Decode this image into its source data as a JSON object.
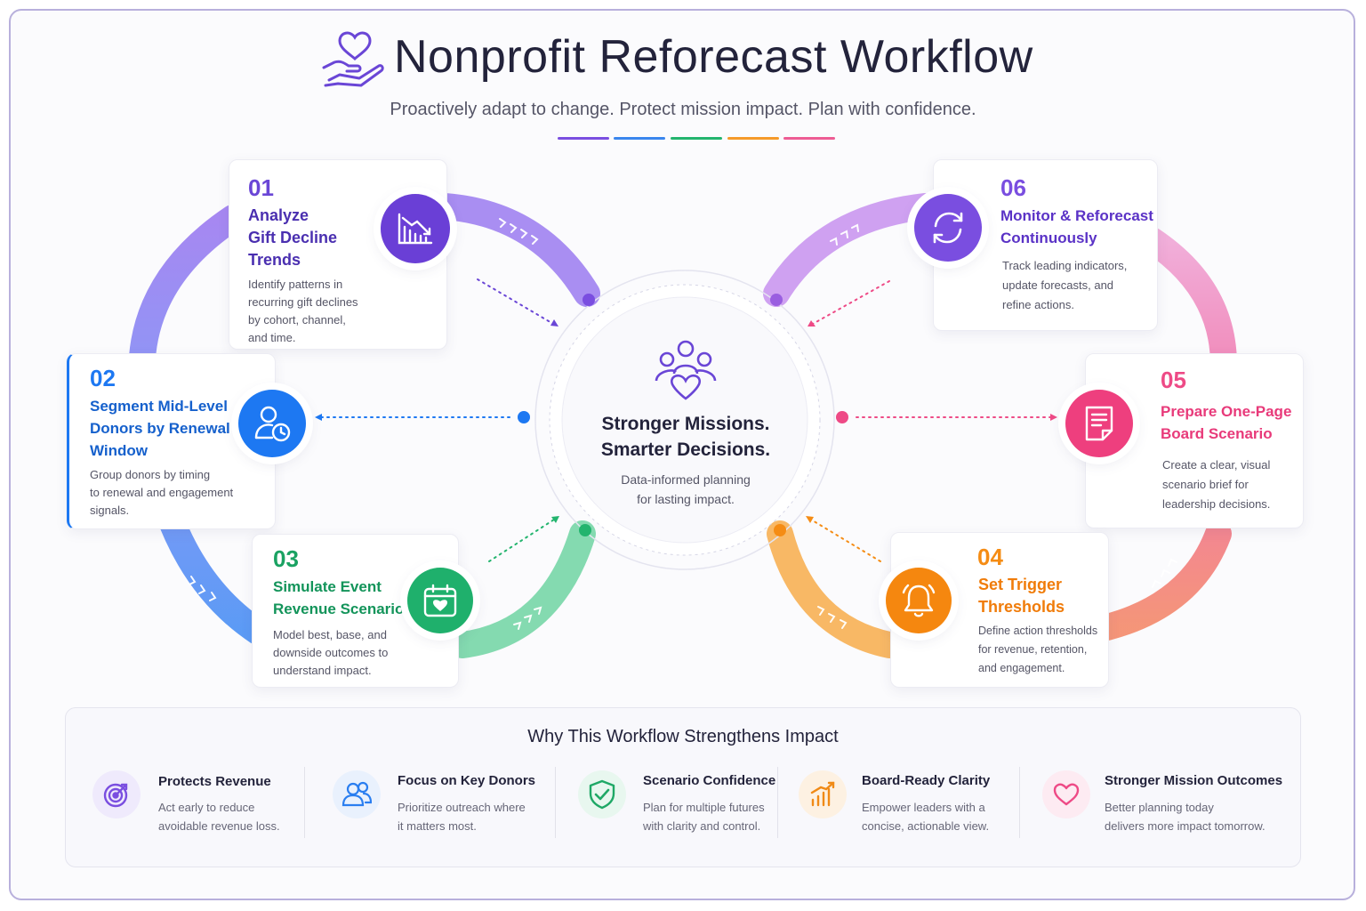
{
  "header": {
    "title": "Nonprofit Reforecast Workflow",
    "subtitle": "Proactively adapt to change. Protect mission impact. Plan with confidence.",
    "title_icon": "heart-hand-icon"
  },
  "accent_colors": {
    "purple": "#7348dc",
    "blue": "#1d78f2",
    "green": "#23b46e",
    "orange": "#f58c14",
    "pink": "#ee4a86",
    "violet": "#7a4ee0"
  },
  "steps": [
    {
      "number": "01",
      "title_lines": [
        "Analyze",
        "Gift Decline",
        "Trends"
      ],
      "description_lines": [
        "Identify patterns in",
        "recurring gift declines",
        "by cohort, channel,",
        "and time."
      ],
      "icon": "chart-decline-icon"
    },
    {
      "number": "02",
      "title_lines": [
        "Segment Mid-Level",
        "Donors by Renewal",
        "Window"
      ],
      "description_lines": [
        "Group donors by timing",
        "to renewal and engagement",
        "signals."
      ],
      "icon": "user-clock-icon"
    },
    {
      "number": "03",
      "title_lines": [
        "Simulate Event",
        "Revenue Scenarios"
      ],
      "description_lines": [
        "Model best, base, and",
        "downside outcomes to",
        "understand impact."
      ],
      "icon": "calendar-heart-icon"
    },
    {
      "number": "04",
      "title_lines": [
        "Set Trigger",
        "Thresholds"
      ],
      "description_lines": [
        "Define action thresholds",
        "for revenue, retention,",
        "and engagement."
      ],
      "icon": "bell-icon"
    },
    {
      "number": "05",
      "title_lines": [
        "Prepare One-Page",
        "Board Scenario"
      ],
      "description_lines": [
        "Create a clear, visual",
        "scenario brief for",
        "leadership decisions."
      ],
      "icon": "document-icon"
    },
    {
      "number": "06",
      "title_lines": [
        "Monitor & Reforecast",
        "Continuously"
      ],
      "description_lines": [
        "Track leading indicators,",
        "update forecasts, and",
        "refine actions."
      ],
      "icon": "refresh-icon"
    }
  ],
  "center": {
    "title_lines": [
      "Stronger Missions.",
      "Smarter Decisions."
    ],
    "subtitle_lines": [
      "Data-informed planning",
      "for lasting impact."
    ],
    "icon": "people-heart-icon"
  },
  "why": {
    "title": "Why This Workflow Strengthens Impact",
    "benefits": [
      {
        "title": "Protects Revenue",
        "description_lines": [
          "Act early to reduce",
          "avoidable revenue loss."
        ],
        "icon": "target-icon"
      },
      {
        "title": "Focus on Key Donors",
        "description_lines": [
          "Prioritize outreach where",
          "it matters most."
        ],
        "icon": "users-icon"
      },
      {
        "title": "Scenario Confidence",
        "description_lines": [
          "Plan for multiple futures",
          "with clarity and control."
        ],
        "icon": "shield-check-icon"
      },
      {
        "title": "Board-Ready Clarity",
        "description_lines": [
          "Empower leaders with a",
          "concise, actionable view."
        ],
        "icon": "bar-chart-up-icon"
      },
      {
        "title": "Stronger Mission Outcomes",
        "description_lines": [
          "Better planning today",
          "delivers more impact tomorrow."
        ],
        "icon": "heart-icon"
      }
    ]
  }
}
